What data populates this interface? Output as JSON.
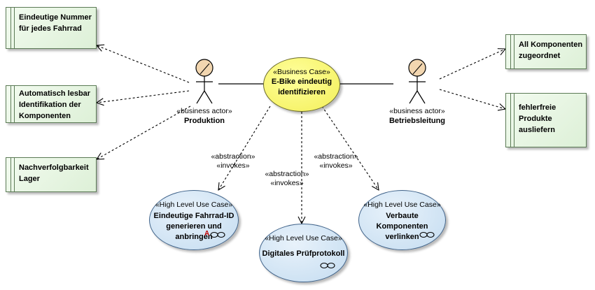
{
  "requirements": [
    {
      "text": "Eindeutige Nummer\nfür jedes Fahrrad"
    },
    {
      "text": "Automatisch lesbar\nIdentifikation der\nKomponenten"
    },
    {
      "text": "Nachverfolgbarkeit\nLager"
    },
    {
      "text": "All Komponenten\nzugeordnet"
    },
    {
      "text": "fehlerfreie\nProdukte\nausliefern"
    }
  ],
  "actors": [
    {
      "stereotype": "«business actor»",
      "name": "Produktion"
    },
    {
      "stereotype": "«business actor»",
      "name": "Betriebsleitung"
    }
  ],
  "business_case": {
    "stereotype": "«Business Case»",
    "name": "E-Bike eindeutig\nidentifizieren"
  },
  "use_cases": [
    {
      "stereotype": "«High Level Use Case»",
      "name": "Eindeutige Fahrrad-ID\ngenerieren und anbringen",
      "glyph": "A"
    },
    {
      "stereotype": "«High Level Use Case»",
      "name": "Digitales Prüfprotokoll"
    },
    {
      "stereotype": "«High Level Use Case»",
      "name": "Verbaute Komponenten\nverlinken"
    }
  ],
  "relation_labels": [
    "«abstraction»\n«invokes»",
    "«abstraction»\n«invokes»",
    "«abstraction»\n«invokes»"
  ],
  "colors": {
    "requirement_fill": "#ddf0d7",
    "business_case_fill": "#f3ef58",
    "use_case_fill": "#c4dcf0",
    "actor_head": "#f2d6b0"
  }
}
